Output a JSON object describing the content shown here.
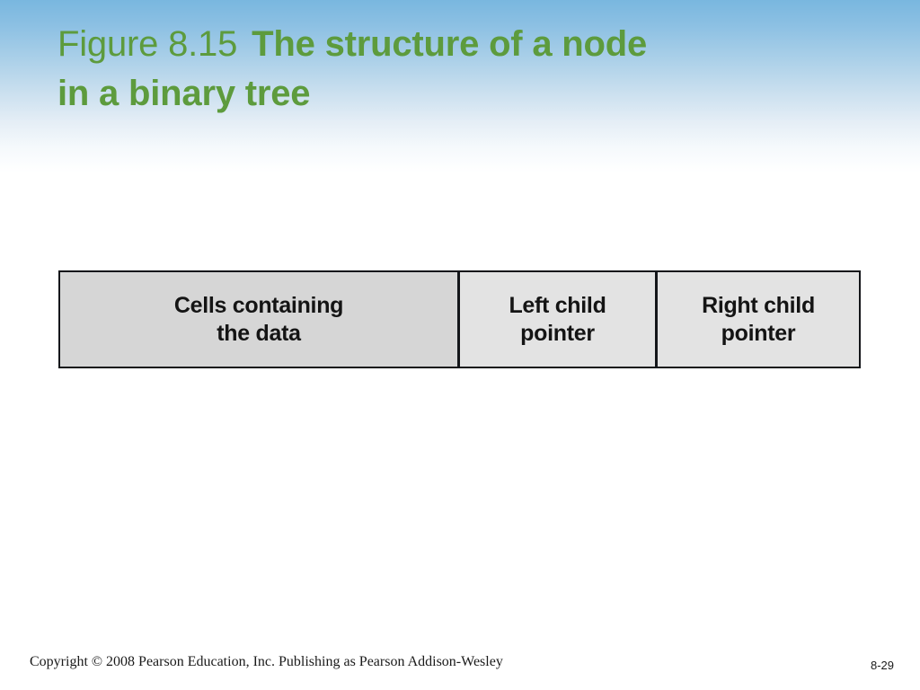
{
  "slide": {
    "background_color": "#ffffff",
    "gradient_top_color": "#79b7df",
    "gradient_bottom_color": "#ffffff",
    "accent_color": "#5d9b3d"
  },
  "title": {
    "figure_label": "Figure 8.15",
    "figure_caption": "The structure of a node",
    "caption_line_two": "in a binary tree"
  },
  "diagram": {
    "name": "binary-tree-node-structure",
    "border_color": "#14161a",
    "cells": [
      {
        "id": "data-cell",
        "label": "Cells containing\nthe data",
        "fill_color": "#d6d6d6"
      },
      {
        "id": "left-child-pointer-cell",
        "label": "Left child\npointer",
        "fill_color": "#e3e3e3"
      },
      {
        "id": "right-child-pointer-cell",
        "label": "Right child\npointer",
        "fill_color": "#e3e3e3"
      }
    ]
  },
  "footer": {
    "copyright": "Copyright © 2008 Pearson Education, Inc. Publishing as Pearson Addison-Wesley",
    "page_number": "8-29"
  }
}
